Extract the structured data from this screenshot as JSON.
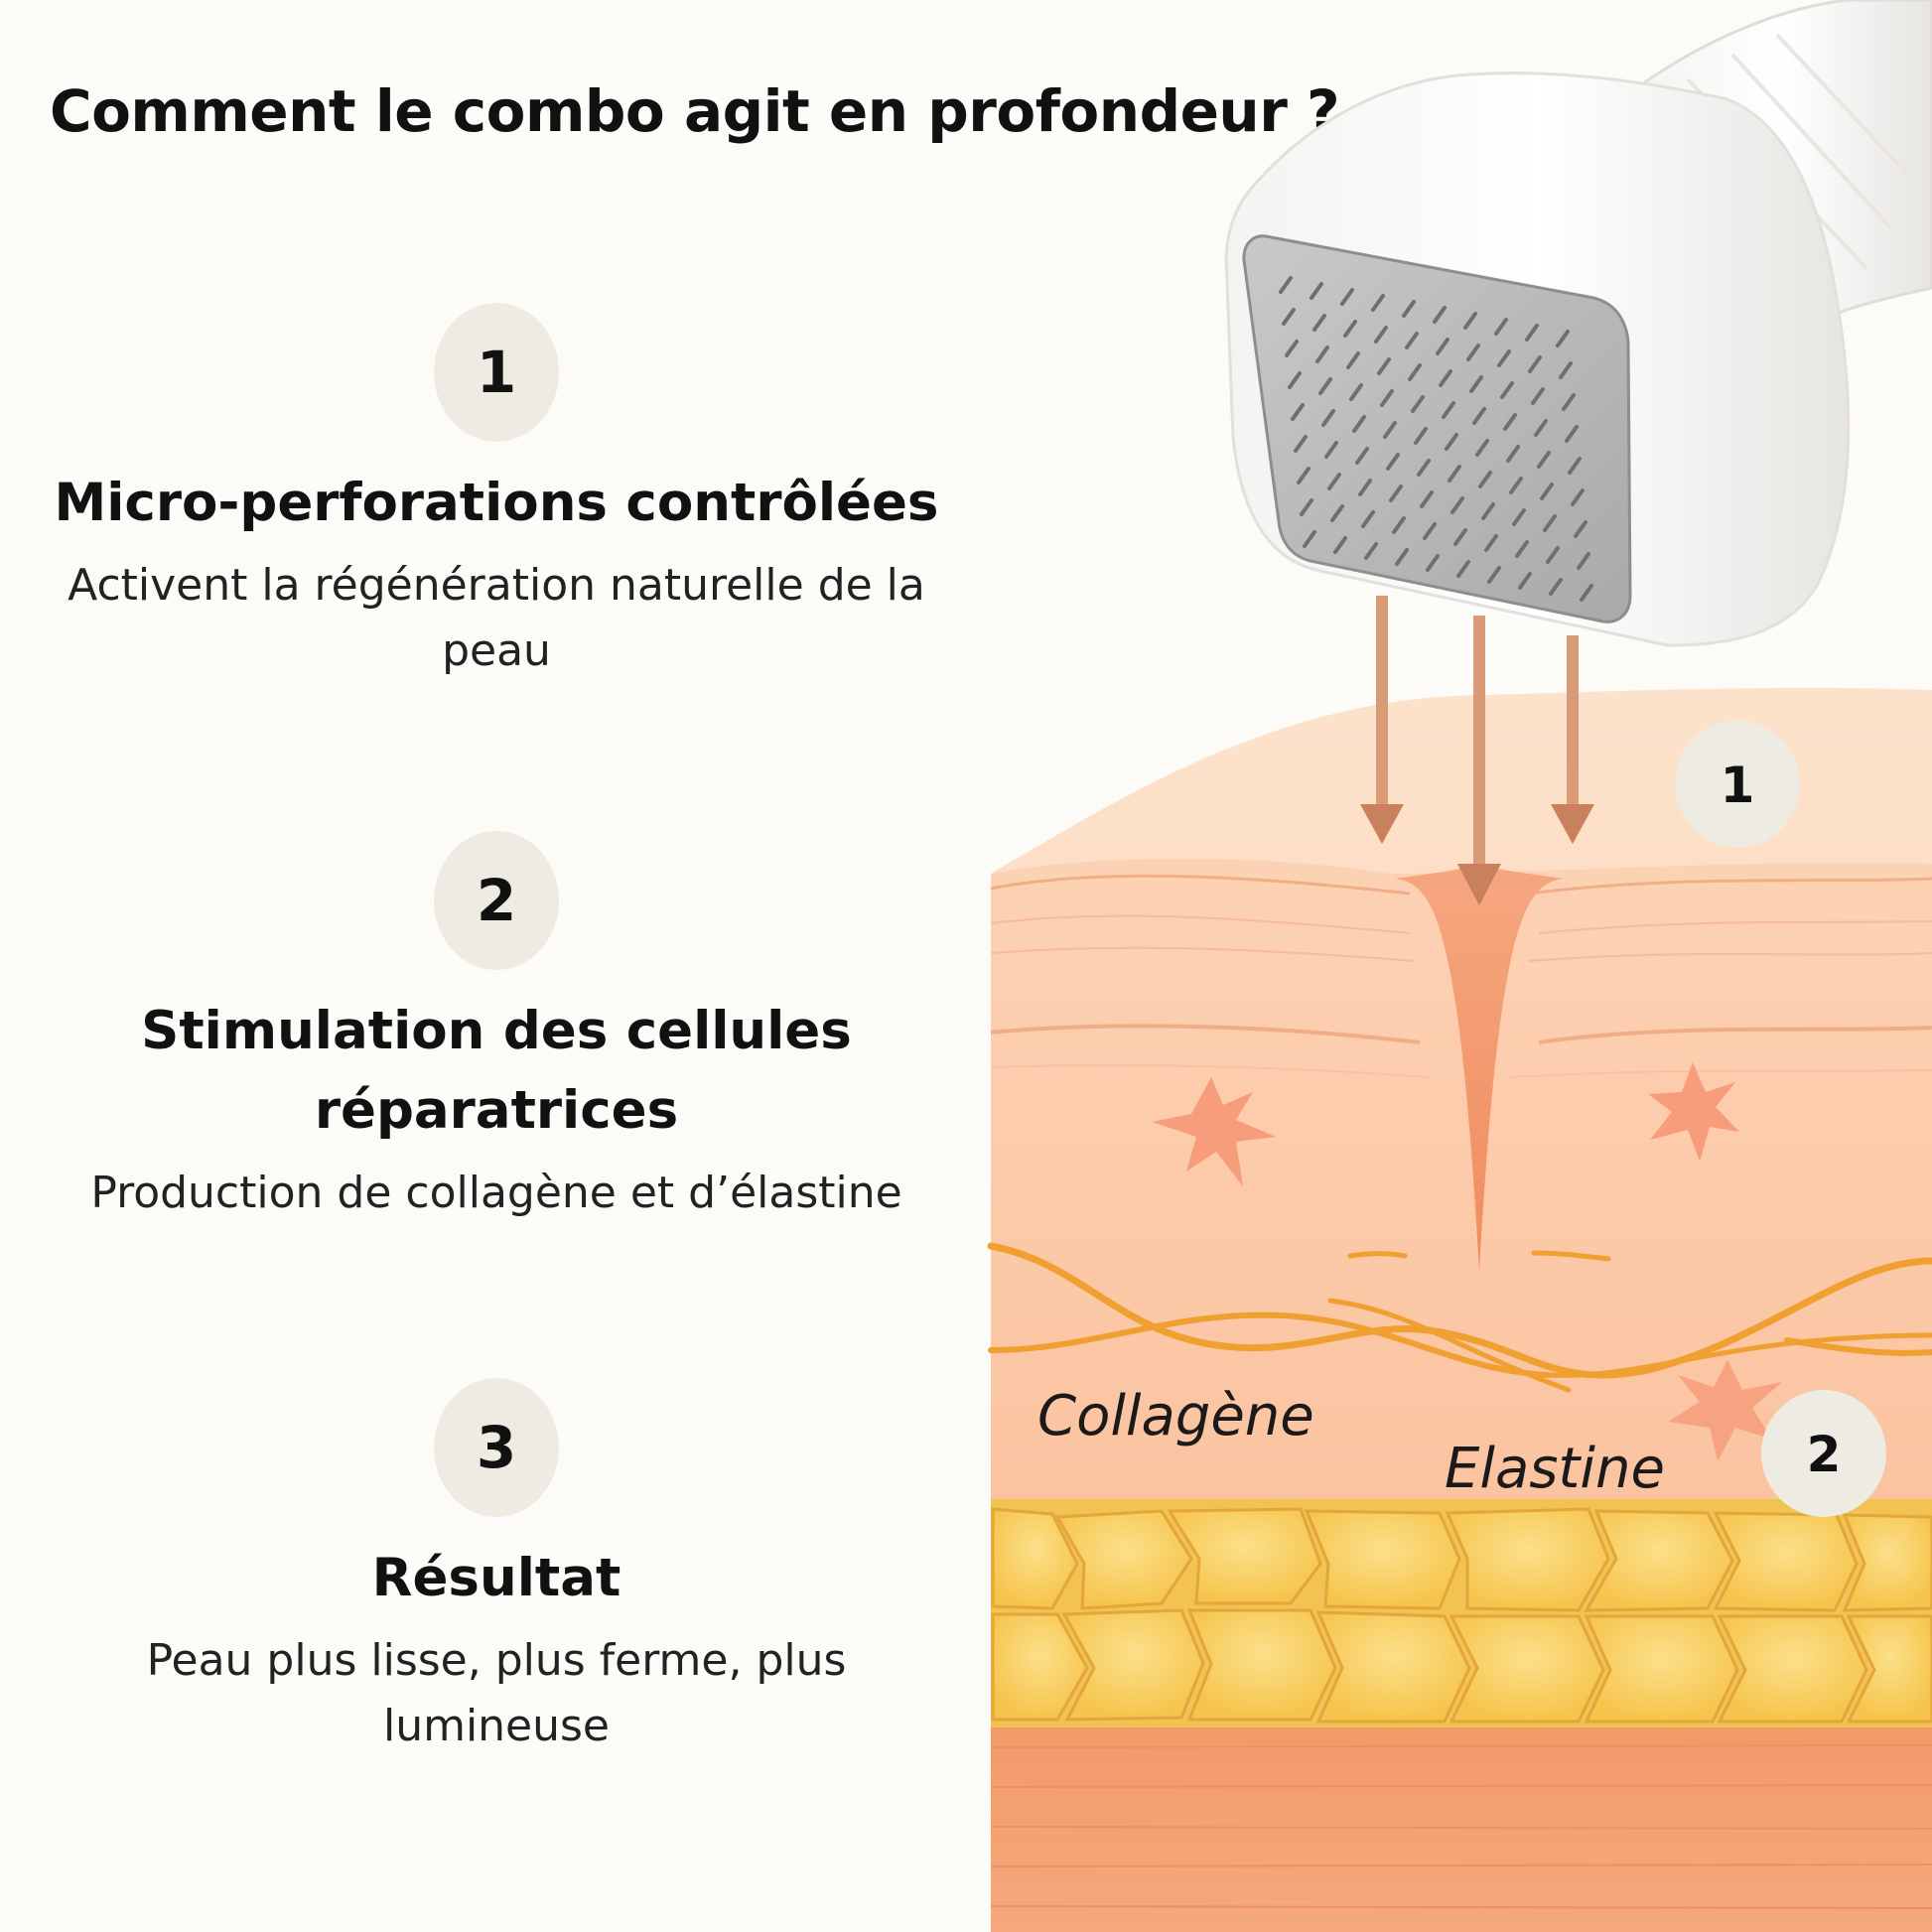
{
  "title": "Comment le combo agit en profondeur ?",
  "steps": [
    {
      "number": "1",
      "title": "Micro-perforations contrôlées",
      "description": "Activent la régénération naturelle de la peau"
    },
    {
      "number": "2",
      "title": "Stimulation des cellules réparatrices",
      "description": "Production de collagène et d’élastine"
    },
    {
      "number": "3",
      "title": "Résultat",
      "description": "Peau plus lisse, plus ferme, plus lumineuse"
    }
  ],
  "illustration": {
    "labels": {
      "collagen": "Collagène",
      "elastin": "Elastine"
    },
    "markers": [
      "1",
      "2"
    ]
  },
  "colors": {
    "background": "#fcfbf7",
    "badge": "#eeebe2",
    "skin": "#fbc8aa",
    "fibers": "#f0a030",
    "fat": "#fad567",
    "arrow": "#c9805c"
  }
}
